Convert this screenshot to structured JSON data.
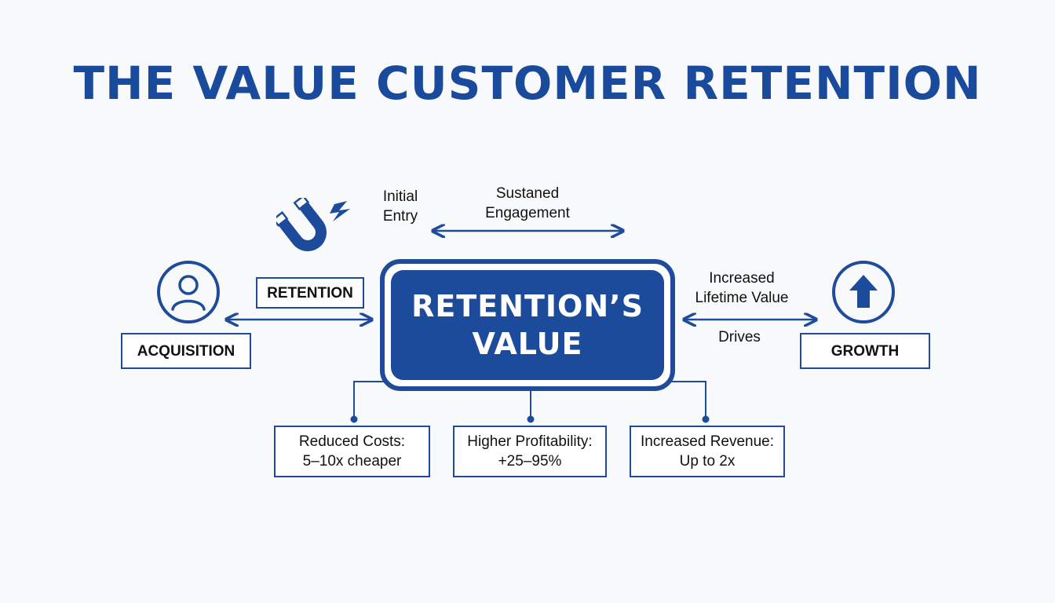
{
  "title": "THE VALUE CUSTOMER RETENTION",
  "center": {
    "line1": "RETENTION’S",
    "line2": "VALUE"
  },
  "left": {
    "icon": "user-icon",
    "box_label": "ACQUISITION",
    "tag_label": "RETENTION",
    "magnet_icon": "magnet-icon"
  },
  "top_labels": {
    "initial_entry_line1": "Initial",
    "initial_entry_line2": "Entry",
    "sustained_line1": "Sustaned",
    "sustained_line2": "Engagement"
  },
  "right": {
    "icon": "arrow-up-circle-icon",
    "box_label": "GROWTH",
    "label_line1": "Increased",
    "label_line2": "Lifetime Value",
    "drives": "Drives"
  },
  "benefits": [
    {
      "line1": "Reduced Costs:",
      "line2": "5–10x cheaper"
    },
    {
      "line1": "Higher Profitability:",
      "line2": "+25–95%"
    },
    {
      "line1": "Increased Revenue:",
      "line2": "Up to 2x"
    }
  ],
  "colors": {
    "primary": "#1f4c9a",
    "title": "#1a4a9c",
    "background": "#f8f9fa"
  }
}
